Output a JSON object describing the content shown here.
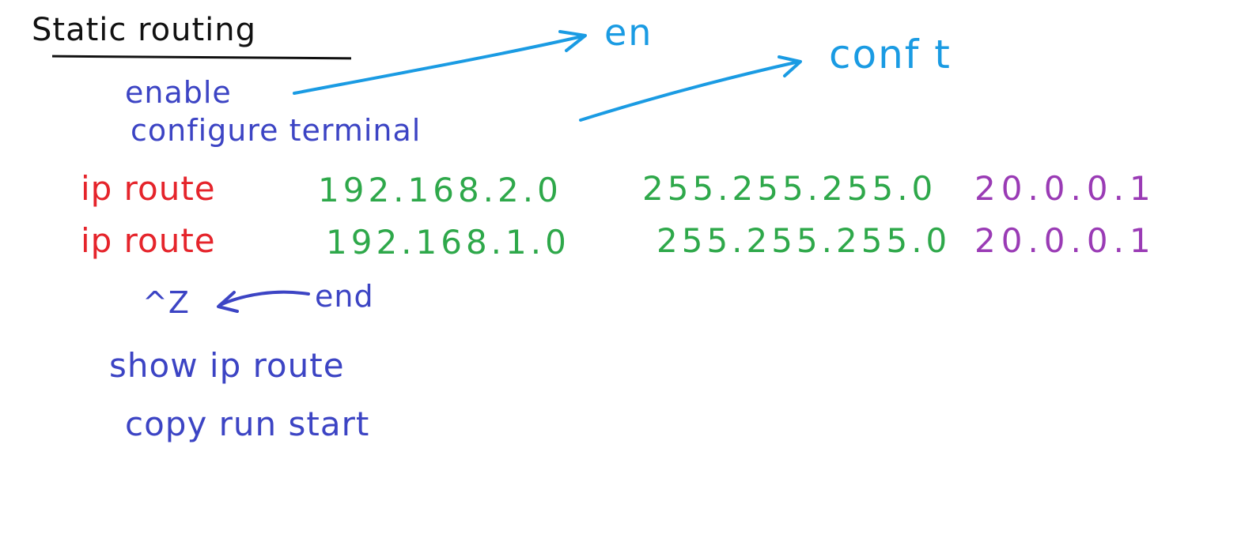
{
  "colors": {
    "ink": "#111111",
    "blue": "#3c44c4",
    "cyan": "#1a9be3",
    "red": "#e5242b",
    "green": "#2ea84a",
    "purple": "#9a3bb5"
  },
  "title": "Static routing",
  "commands": {
    "enable": "enable",
    "configure_terminal": "configure terminal",
    "end_shortcut": "^Z",
    "end": "end",
    "show_ip_route": "show ip route",
    "copy_run_start": "copy run start"
  },
  "aliases": {
    "en": "en",
    "conf_t": "conf t"
  },
  "routes": [
    {
      "keyword": "ip route",
      "network": "192.168.2.0",
      "mask": "255.255.255.0",
      "next_hop": "20.0.0.1"
    },
    {
      "keyword": "ip route",
      "network": "192.168.1.0",
      "mask": "255.255.255.0",
      "next_hop": "20.0.0.1"
    }
  ]
}
